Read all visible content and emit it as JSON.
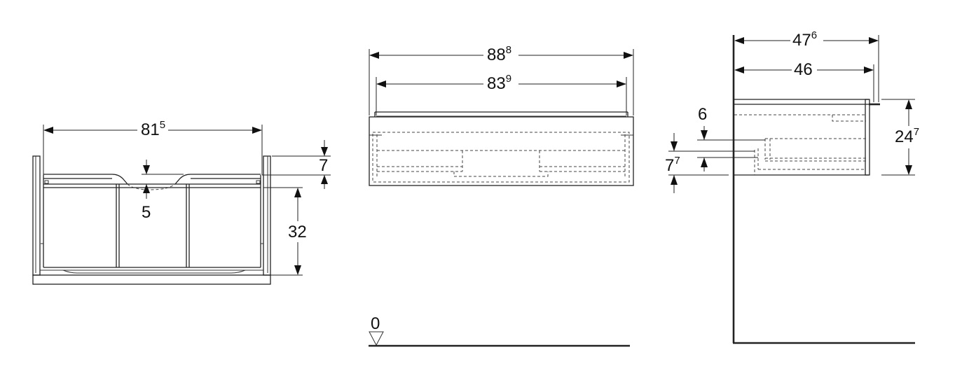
{
  "drawing": {
    "views": {
      "front_with_basin": {
        "width_label": {
          "main": "81",
          "sup": "5"
        },
        "top_offset_label": {
          "main": "7",
          "sup": ""
        },
        "basin_depth_label": {
          "main": "5",
          "sup": ""
        },
        "height_label": {
          "main": "32",
          "sup": ""
        }
      },
      "top_view": {
        "outer_width_label": {
          "main": "88",
          "sup": "8"
        },
        "inner_width_label": {
          "main": "83",
          "sup": "9"
        },
        "floor_level_label": {
          "main": "0",
          "sup": ""
        }
      },
      "side_view": {
        "overall_depth_label": {
          "main": "47",
          "sup": "6"
        },
        "body_depth_label": {
          "main": "46",
          "sup": ""
        },
        "height_label": {
          "main": "24",
          "sup": "7"
        },
        "top_inset_label": {
          "main": "6",
          "sup": ""
        },
        "drain_offset_label": {
          "main": "7",
          "sup": "7"
        }
      }
    },
    "colors": {
      "line": "#222222",
      "background": "#ffffff"
    }
  }
}
